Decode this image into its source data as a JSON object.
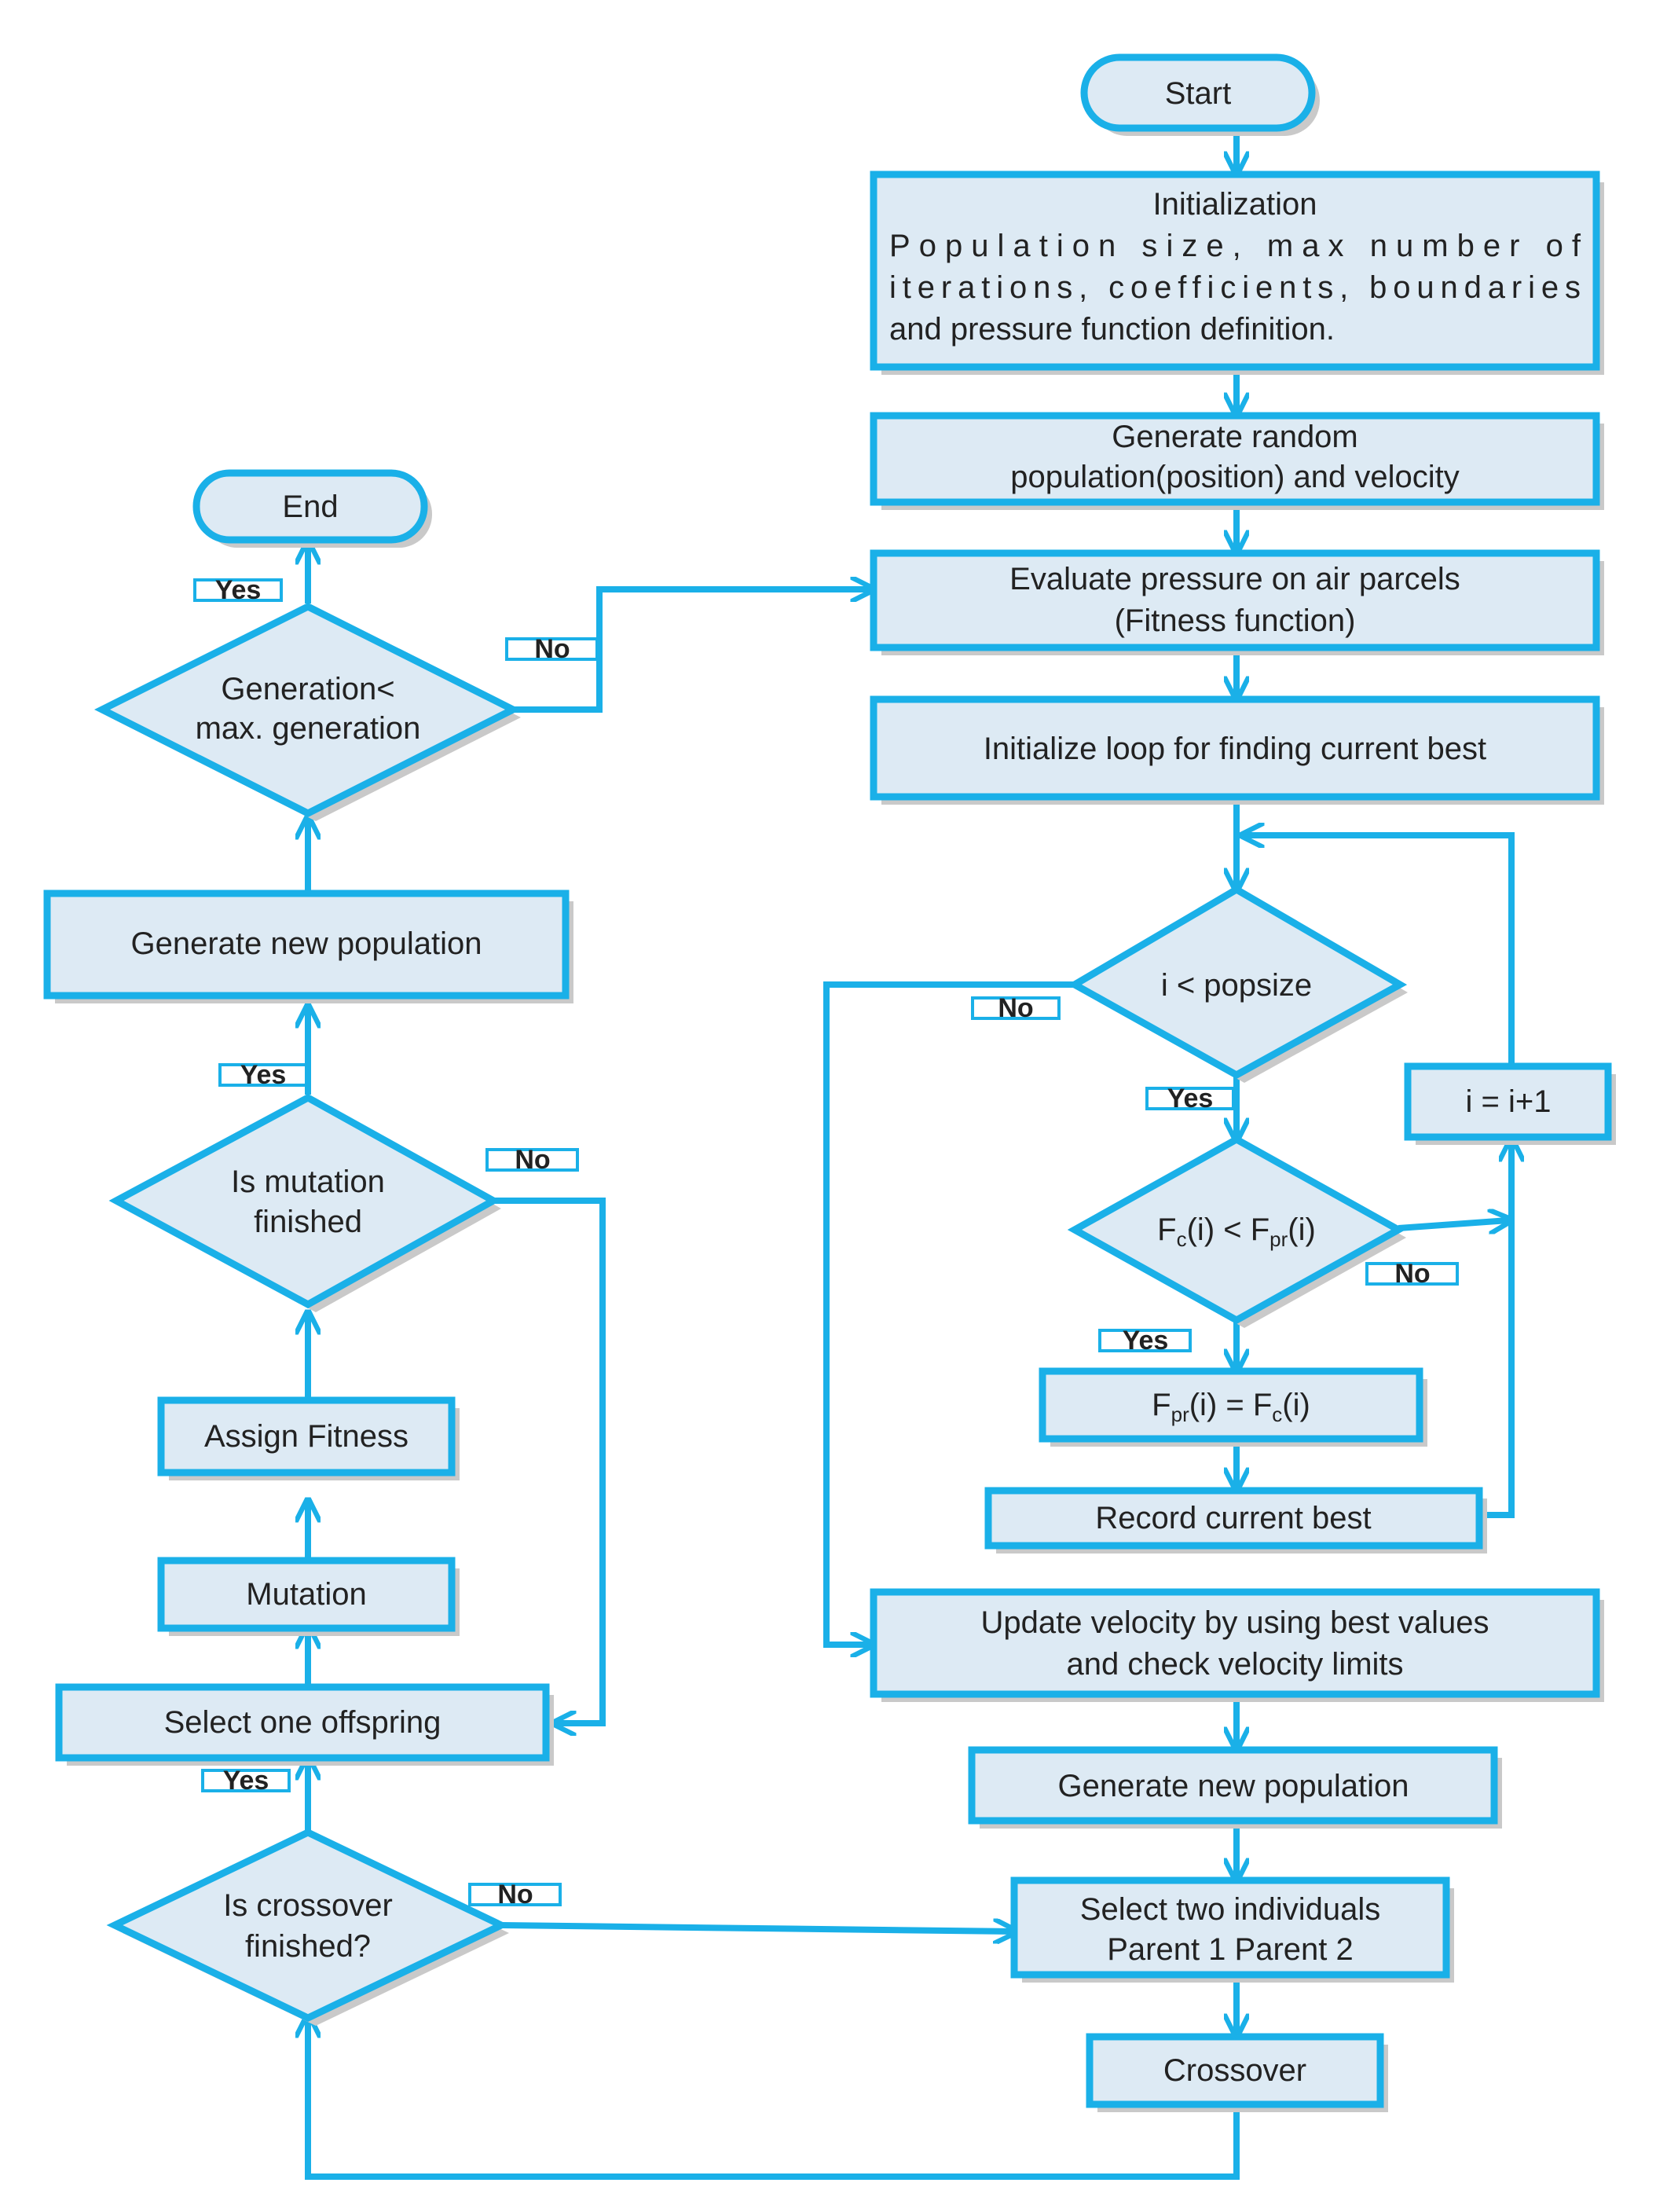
{
  "accent_color": "#1ab0e8",
  "node_fill": "#ddeaf4",
  "nodes": {
    "start": "Start",
    "init_title": "Initialization",
    "init_line1": "Population   size,  max  number  of",
    "init_line2": "iterations,  coefficients,  boundaries",
    "init_line3": "and pressure function definition.",
    "gen_random_1": "Generate random",
    "gen_random_2": "population(position) and velocity",
    "evaluate_1": "Evaluate pressure on air parcels",
    "evaluate_2": "(Fitness function)",
    "init_loop": "Initialize loop for finding current best",
    "popsize_check": "i < popsize",
    "increment": "i = i+1",
    "compare_f": "F",
    "compare_c_sub": "c",
    "compare_mid": "(i) < F",
    "compare_pr_sub": "pr",
    "compare_end": "(i)",
    "assign_f": "F",
    "assign_pr_sub": "pr",
    "assign_mid": "(i) = F",
    "assign_c_sub": "c",
    "assign_end": "(i)",
    "record_best": "Record current best",
    "update_vel_1": "Update velocity by using best values",
    "update_vel_2": "and check velocity limits",
    "gen_new_pop_right": "Generate new population",
    "select_two_1": "Select two individuals",
    "select_two_2": "Parent 1      Parent 2",
    "crossover": "Crossover",
    "crossover_check_1": "Is crossover",
    "crossover_check_2": "finished?",
    "select_one": "Select one offspring",
    "mutation": "Mutation",
    "assign_fitness": "Assign Fitness",
    "mutation_check_1": "Is mutation",
    "mutation_check_2": "finished",
    "gen_new_pop_left": "Generate new population",
    "generation_check_1": "Generation<",
    "generation_check_2": "max. generation",
    "end": "End"
  },
  "edge_labels": {
    "yes": "Yes",
    "no": "No"
  }
}
